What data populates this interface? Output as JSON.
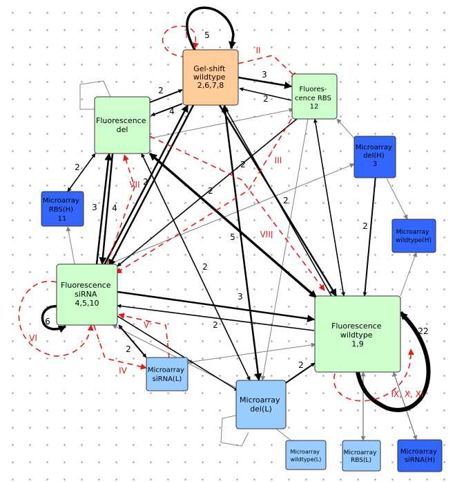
{
  "colors": {
    "orange": "#ffcc99",
    "light_green": "#ccffcc",
    "light_blue": "#99ccff",
    "dark_blue": "#3366ff",
    "black_edge": "#000000",
    "gray_edge": "#808080",
    "red_dashed": "#e01b1b"
  },
  "nodes": {
    "gelshift": {
      "lines": [
        "Gel-shift",
        "wildtype",
        "2,6,7,8"
      ],
      "color": "orange"
    },
    "fluor_rbs": {
      "lines": [
        "Fluores-",
        "cence RBS",
        "12"
      ],
      "color": "light_green"
    },
    "fluor_del": {
      "lines": [
        "Fluorescence",
        "del"
      ],
      "color": "light_green"
    },
    "fluor_sirna": {
      "lines": [
        "Fluorescence",
        "siRNA",
        "4,5,10"
      ],
      "color": "light_green"
    },
    "fluor_wt": {
      "lines": [
        "Fluorescence",
        "wildtype",
        "1,9"
      ],
      "color": "light_green"
    },
    "micro_del_h": {
      "lines": [
        "Microarray",
        "del(H)",
        "3"
      ],
      "color": "dark_blue"
    },
    "micro_rbs_h": {
      "lines": [
        "Microarray",
        "RBS(H)",
        "11"
      ],
      "color": "dark_blue"
    },
    "micro_wt_h": {
      "lines": [
        "Microarray",
        "wildtype(H)"
      ],
      "color": "dark_blue"
    },
    "micro_sirna_l": {
      "lines": [
        "Microarray",
        "siRNA(L)"
      ],
      "color": "light_blue"
    },
    "micro_del_l": {
      "lines": [
        "Microarray",
        "del(L)"
      ],
      "color": "light_blue"
    },
    "micro_wt_l": {
      "lines": [
        "Microarray",
        "wildtype(L)"
      ],
      "color": "light_blue"
    },
    "micro_rbs_l": {
      "lines": [
        "Microarray",
        "RBS(L)"
      ],
      "color": "light_blue"
    },
    "micro_sirna_h": {
      "lines": [
        "Microarray",
        "siRNA(H)"
      ],
      "color": "dark_blue"
    }
  },
  "edge_labels": {
    "e1": "5",
    "e2": "2",
    "e3": "4",
    "e4": "3",
    "e5": "2",
    "e6": "2",
    "e7": "3",
    "e8": "4",
    "e9": "2",
    "e10": "2",
    "e11": "5",
    "e12": "2",
    "e13": "2",
    "e14": "2",
    "e15": "6",
    "e16": "3",
    "e17": "2",
    "e18": "2",
    "e19": "2",
    "e20": "2",
    "e21": "22"
  },
  "reference_labels": {
    "r1": "I",
    "r2": "II",
    "r3": "III",
    "r4": "IV",
    "r5": "V",
    "r6": "VI",
    "r7": "VII",
    "r8": "VIII",
    "r9": "IX, X, XI"
  }
}
